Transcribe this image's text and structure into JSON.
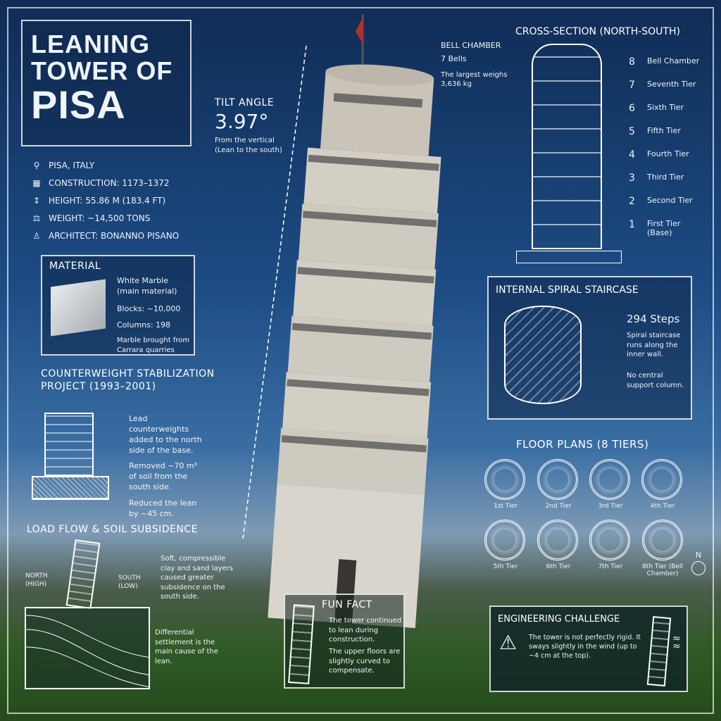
{
  "title": {
    "line1": "Leaning",
    "line2": "Tower of",
    "line3": "Pisa"
  },
  "info": [
    {
      "icon": "location-pin-icon",
      "text": "Pisa, Italy"
    },
    {
      "icon": "calendar-icon",
      "text": "Construction: 1173–1372"
    },
    {
      "icon": "height-icon",
      "text": "Height: 55.86 m (183.4 ft)"
    },
    {
      "icon": "weight-icon",
      "text": "Weight: ~14,500 tons"
    },
    {
      "icon": "person-icon",
      "text": "Architect: Bonanno Pisano"
    }
  ],
  "material": {
    "heading": "Material",
    "name": "White Marble",
    "sub": "(main material)",
    "blocks": "Blocks: ~10,000",
    "columns": "Columns: 198",
    "source": "Marble brought from Carrara quarries"
  },
  "counterweight": {
    "heading": "Counterweight Stabilization Project (1993–2001)",
    "notes": [
      "Lead counterweights added to the north side of the base.",
      "Removed ~70 m³ of soil from the south side.",
      "Reduced the lean by ~45 cm."
    ]
  },
  "load": {
    "heading": "Load Flow & Soil Subsidence",
    "north": "North (High)",
    "south": "South (Low)",
    "note1": "Soft, compressible clay and sand layers caused greater subsidence on the south side.",
    "note2": "Differential settlement is the main cause of the lean."
  },
  "tilt": {
    "label": "Tilt Angle",
    "value": "3.97°",
    "note": "From the vertical (Lean to the south)"
  },
  "bell": {
    "label": "Bell Chamber",
    "count": "7 Bells",
    "note": "The largest weighs 3,636 kg"
  },
  "cross_section": {
    "heading": "Cross-Section (North-South)",
    "levels": [
      {
        "n": "8",
        "name": "Bell Chamber"
      },
      {
        "n": "7",
        "name": "Seventh Tier"
      },
      {
        "n": "6",
        "name": "Sixth Tier"
      },
      {
        "n": "5",
        "name": "Fifth Tier"
      },
      {
        "n": "4",
        "name": "Fourth Tier"
      },
      {
        "n": "3",
        "name": "Third Tier"
      },
      {
        "n": "2",
        "name": "Second Tier"
      },
      {
        "n": "1",
        "name": "First Tier (Base)"
      }
    ]
  },
  "staircase": {
    "heading": "Internal Spiral Staircase",
    "steps": "294 Steps",
    "note1": "Spiral staircase runs along the inner wall.",
    "note2": "No central support column."
  },
  "floor_plans": {
    "heading": "Floor Plans (8 Tiers)",
    "tiers": [
      "1st Tier",
      "2nd Tier",
      "3rd Tier",
      "4th Tier",
      "5th Tier",
      "6th Tier",
      "7th Tier",
      "8th Tier (Bell Chamber)"
    ]
  },
  "compass": "N",
  "fun_fact": {
    "heading": "Fun Fact",
    "text1": "The tower continued to lean during construction.",
    "text2": "The upper floors are slightly curved to compensate."
  },
  "engineering": {
    "heading": "Engineering Challenge",
    "text": "The tower is not perfectly rigid. It sways slightly in the wind (up to ~4 cm at the top)."
  }
}
